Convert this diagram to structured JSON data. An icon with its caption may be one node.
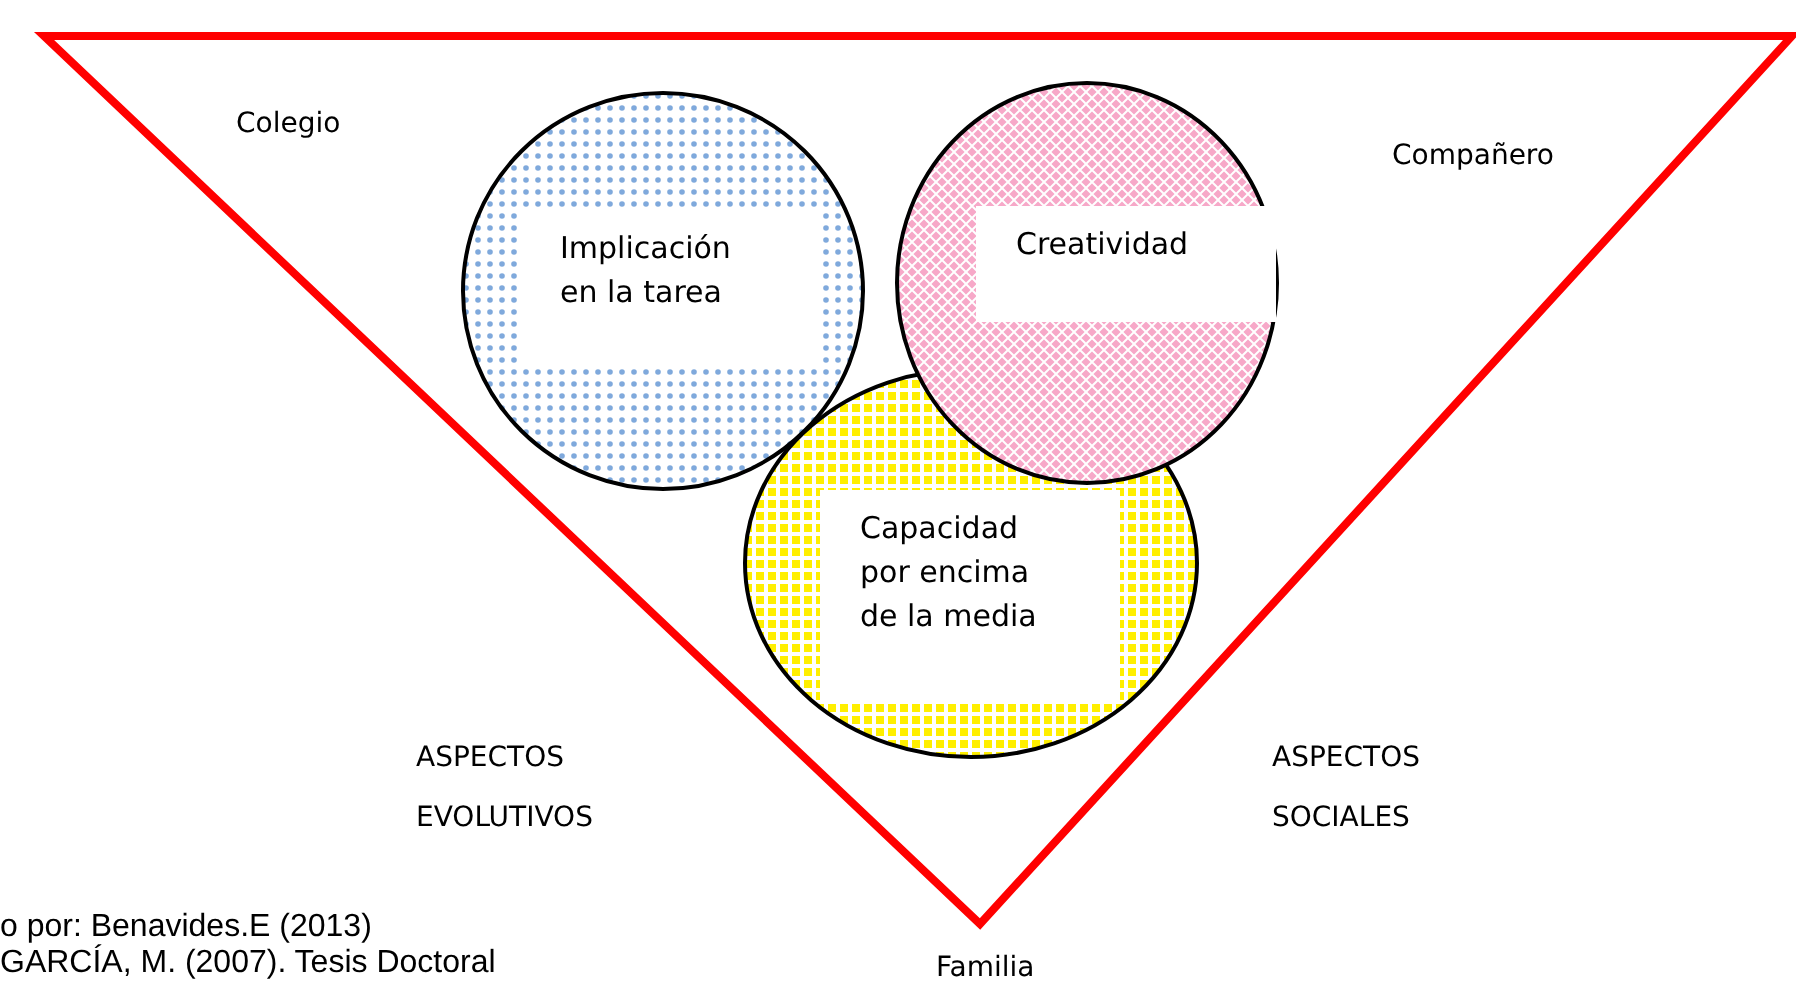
{
  "diagram": {
    "nodes": [
      {
        "text": [
          "Implicación en la tarea"
        ]
      },
      {
        "text": [
          "Creatividad"
        ]
      },
      {
        "text": [
          "Capacidad por encima de la media"
        ]
      }
    ],
    "labels": [
      "Colegio",
      "Compañero",
      "ASPECTOS EVOLUTIVOS",
      "ASPECTOS SOCIALES",
      "Familia",
      "o por: Benavides.E (2013)",
      "GARCÍA, M. (2007). Tesis Doctoral"
    ]
  }
}
